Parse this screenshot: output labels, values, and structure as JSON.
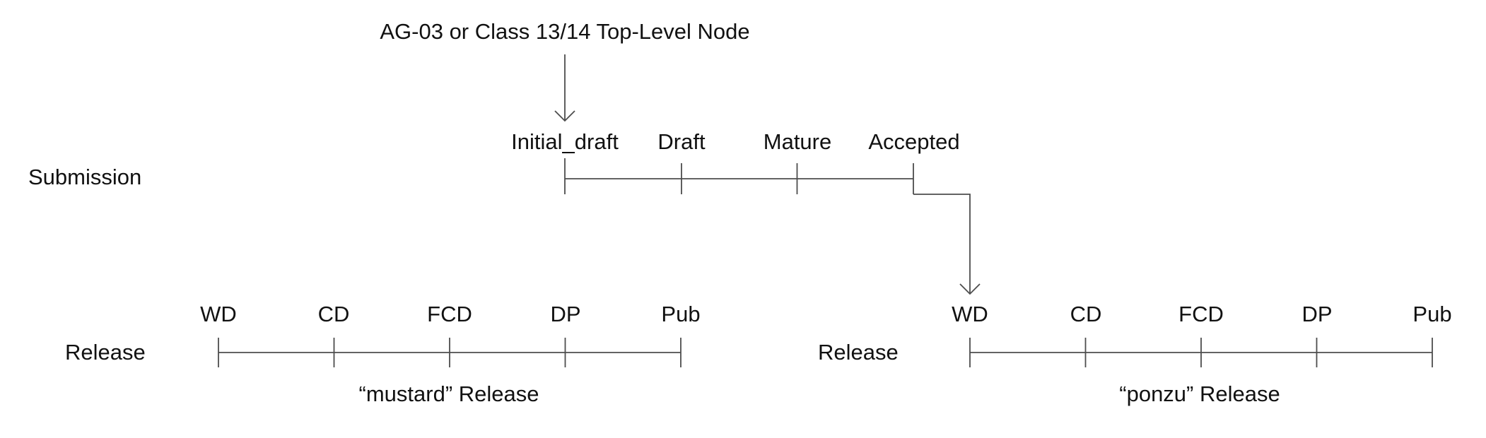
{
  "diagram": {
    "top_node": {
      "label": "AG-03 or Class 13/14 Top-Level Node"
    },
    "submission": {
      "row_label": "Submission",
      "stages": [
        "Initial_draft",
        "Draft",
        "Mature",
        "Accepted"
      ]
    },
    "release_left": {
      "row_label": "Release",
      "stages": [
        "WD",
        "CD",
        "FCD",
        "DP",
        "Pub"
      ],
      "caption": "“mustard” Release"
    },
    "release_right": {
      "row_label": "Release",
      "stages": [
        "WD",
        "CD",
        "FCD",
        "DP",
        "Pub"
      ],
      "caption": "“ponzu” Release"
    },
    "connectors": {
      "top_to_initial_draft": "down-arrow",
      "accepted_to_wd": "elbow-down-arrow"
    },
    "colors": {
      "text": "#111111",
      "line": "#4d4d4d",
      "background": "#ffffff"
    }
  }
}
